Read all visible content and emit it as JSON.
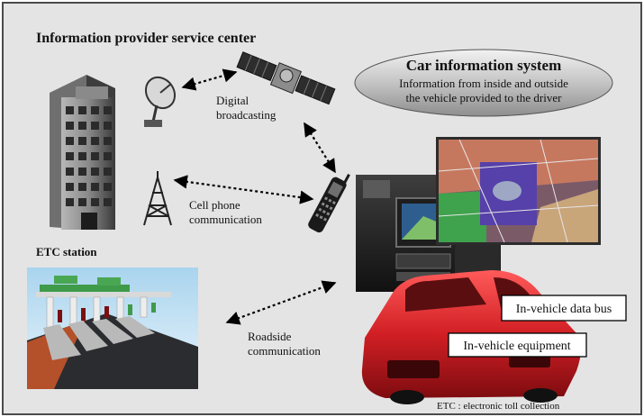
{
  "title": "Information provider service center",
  "car_system": {
    "title": "Car information system",
    "line1": "Information from inside and outside",
    "line2": "the vehicle provided to the driver"
  },
  "labels": {
    "digital_1": "Digital",
    "digital_2": "broadcasting",
    "cell_1": "Cell phone",
    "cell_2": "communication",
    "etc_station": "ETC station",
    "roadside_1": "Roadside",
    "roadside_2": "communication",
    "data_bus": "In-vehicle data bus",
    "equipment": "In-vehicle equipment",
    "footnote": "ETC : electronic toll collection"
  },
  "colors": {
    "background": "#e4e4e4",
    "frame": "#4a4a4a",
    "car_red": "#d8262a",
    "ellipse": "#b8b8b8"
  }
}
